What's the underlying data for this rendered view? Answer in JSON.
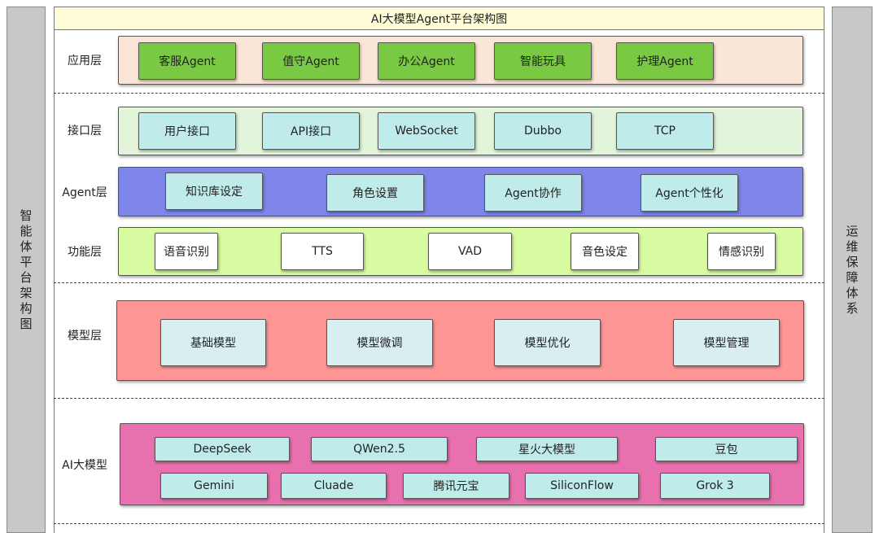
{
  "title": "AI大模型Agent平台架构图",
  "left_side": "智能体平台架构图",
  "right_side": "运维保障体系",
  "layers": {
    "app": {
      "label": "应用层",
      "items": [
        "客服Agent",
        "值守Agent",
        "办公Agent",
        "智能玩具",
        "护理Agent"
      ]
    },
    "interface": {
      "label": "接口层",
      "items": [
        "用户接口",
        "API接口",
        "WebSocket",
        "Dubbo",
        "TCP"
      ]
    },
    "agent": {
      "label": "Agent层",
      "items": [
        "知识库设定",
        "角色设置",
        "Agent协作",
        "Agent个性化"
      ]
    },
    "function": {
      "label": "功能层",
      "items": [
        "语音识别",
        "TTS",
        "VAD",
        "音色设定",
        "情感识别"
      ]
    },
    "model": {
      "label": "模型层",
      "items": [
        "基础模型",
        "模型微调",
        "模型优化",
        "模型管理"
      ]
    },
    "llm": {
      "label": "AI大模型",
      "items": [
        "DeepSeek",
        "QWen2.5",
        "星火大模型",
        "豆包",
        "Gemini",
        "Cluade",
        "腾讯元宝",
        "SiliconFlow",
        "Grok 3"
      ]
    }
  },
  "colors": {
    "title_bg": "#fffcd8",
    "side_bg": "#c8c8c8",
    "app_panel": "#fbe5d6",
    "app_box": "#7ac943",
    "interface_panel": "#e2f4d9",
    "interface_box": "#bfeceb",
    "agent_panel": "#7f86ea",
    "agent_box": "#bfeceb",
    "function_panel": "#d9fba1",
    "function_box": "#ffffff",
    "model_panel": "#ff9696",
    "model_box": "#d9eef0",
    "llm_panel": "#e870ae",
    "llm_box": "#bfeceb"
  }
}
